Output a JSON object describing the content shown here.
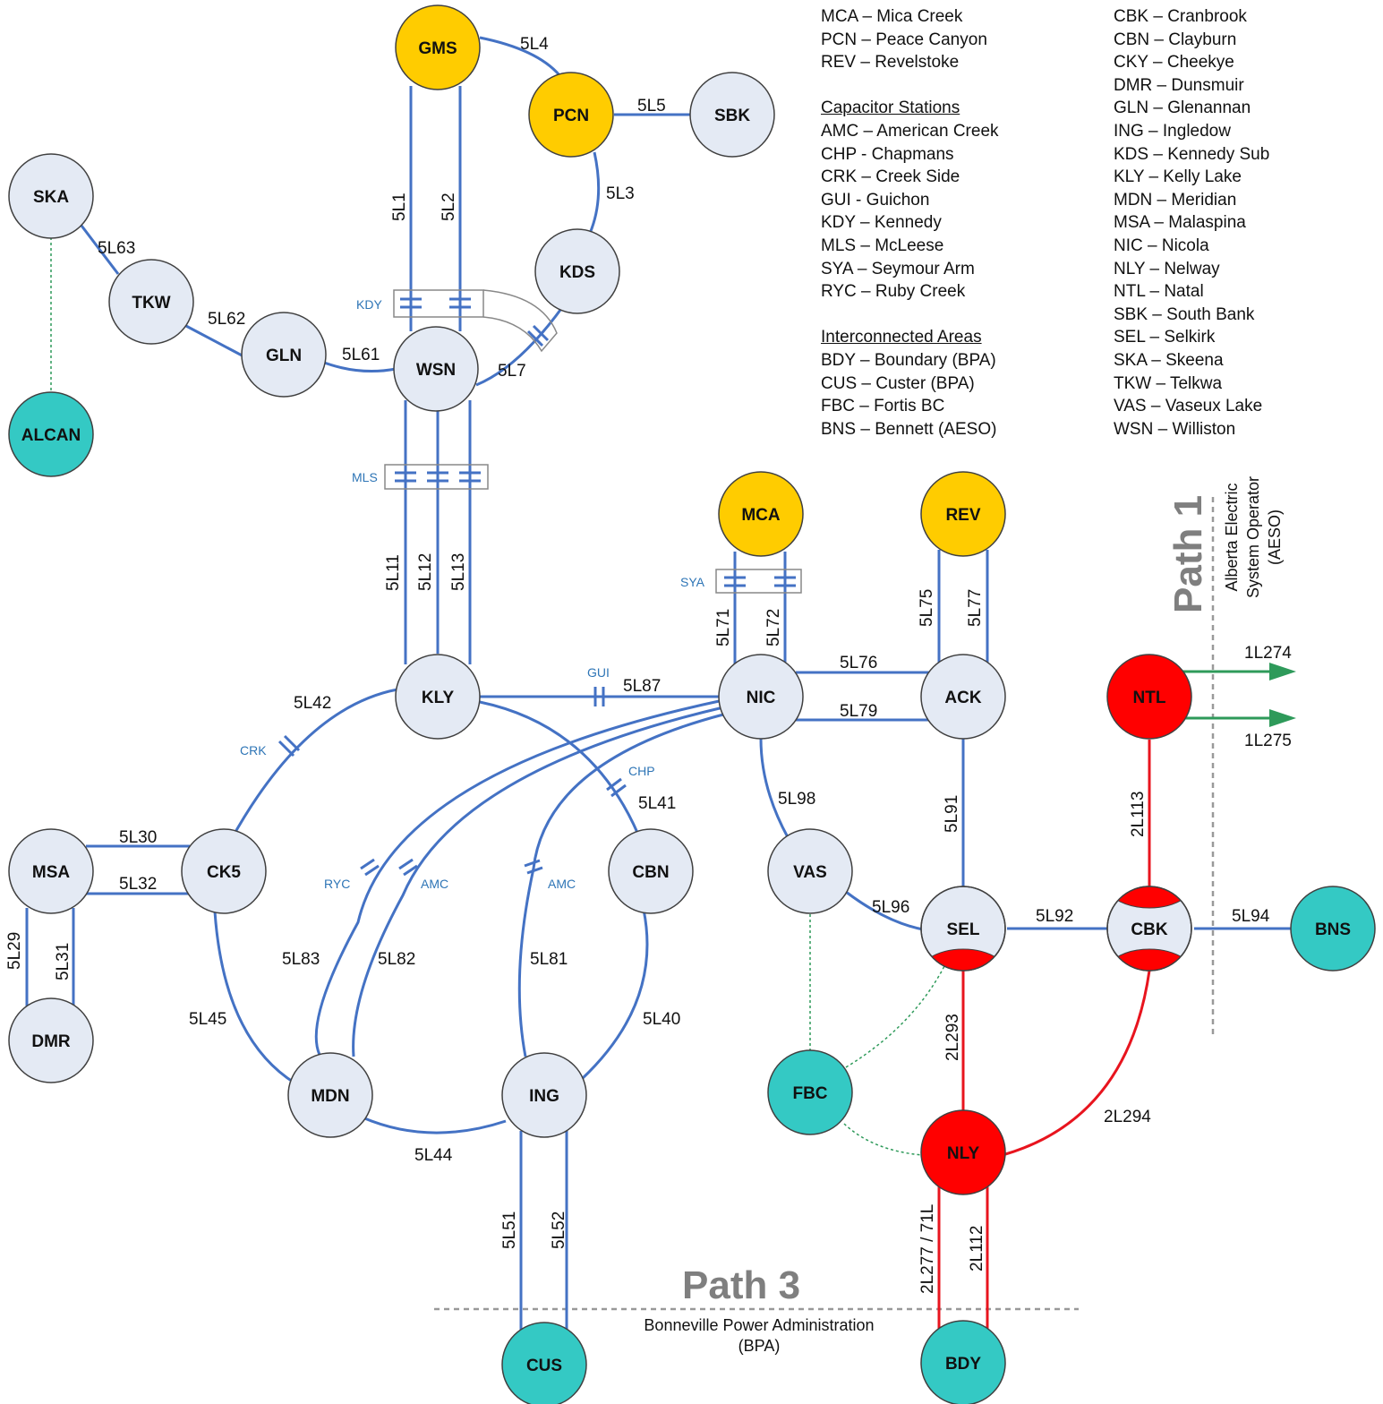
{
  "colors": {
    "line_500kv": "#4472c4",
    "line_230kv": "#e8141e",
    "tie_dotted": "#2e9a5a",
    "arrow": "#2e9a5a",
    "cap_label": "#2e75b6",
    "station_default": "#e4eaf4",
    "station_generator": "#ffcc00",
    "station_interconnect": "#34c9c4",
    "station_230kv": "#ff0000",
    "path_label": "#7f7f7f",
    "boundary": "#999999"
  },
  "stations": [
    {
      "id": "GMS",
      "kind": "generator"
    },
    {
      "id": "PCN",
      "kind": "generator"
    },
    {
      "id": "SBK",
      "kind": "default"
    },
    {
      "id": "KDS",
      "kind": "default"
    },
    {
      "id": "SKA",
      "kind": "default"
    },
    {
      "id": "TKW",
      "kind": "default"
    },
    {
      "id": "GLN",
      "kind": "default"
    },
    {
      "id": "WSN",
      "kind": "default"
    },
    {
      "id": "ALCAN",
      "kind": "interconnect"
    },
    {
      "id": "KLY",
      "kind": "default"
    },
    {
      "id": "MCA",
      "kind": "generator"
    },
    {
      "id": "REV",
      "kind": "generator"
    },
    {
      "id": "NIC",
      "kind": "default"
    },
    {
      "id": "ACK",
      "kind": "default"
    },
    {
      "id": "NTL",
      "kind": "230kv"
    },
    {
      "id": "MSA",
      "kind": "default"
    },
    {
      "id": "CK5",
      "kind": "default"
    },
    {
      "id": "CBN",
      "kind": "default"
    },
    {
      "id": "VAS",
      "kind": "default"
    },
    {
      "id": "SEL",
      "kind": "mixed"
    },
    {
      "id": "CBK",
      "kind": "mixed"
    },
    {
      "id": "BNS",
      "kind": "interconnect"
    },
    {
      "id": "DMR",
      "kind": "default"
    },
    {
      "id": "MDN",
      "kind": "default"
    },
    {
      "id": "ING",
      "kind": "default"
    },
    {
      "id": "FBC",
      "kind": "interconnect"
    },
    {
      "id": "NLY",
      "kind": "230kv"
    },
    {
      "id": "CUS",
      "kind": "interconnect"
    },
    {
      "id": "BDY",
      "kind": "interconnect"
    }
  ],
  "line_labels": {
    "l5L4": "5L4",
    "l5L5": "5L5",
    "l5L3": "5L3",
    "l5L1": "5L1",
    "l5L2": "5L2",
    "l5L63": "5L63",
    "l5L62": "5L62",
    "l5L61": "5L61",
    "l5L7": "5L7",
    "l5L11": "5L11",
    "l5L12": "5L12",
    "l5L13": "5L13",
    "l5L71": "5L71",
    "l5L72": "5L72",
    "l5L75": "5L75",
    "l5L77": "5L77",
    "l5L76": "5L76",
    "l5L79": "5L79",
    "l5L87": "5L87",
    "l5L42": "5L42",
    "l5L41": "5L41",
    "l5L98": "5L98",
    "l5L91": "5L91",
    "l5L30": "5L30",
    "l5L32": "5L32",
    "l5L29": "5L29",
    "l5L31": "5L31",
    "l5L45": "5L45",
    "l5L83": "5L83",
    "l5L82": "5L82",
    "l5L81": "5L81",
    "l5L40": "5L40",
    "l5L44": "5L44",
    "l5L96": "5L96",
    "l5L92": "5L92",
    "l5L94": "5L94",
    "l2L113": "2L113",
    "l2L293": "2L293",
    "l2L294": "2L294",
    "l5L51": "5L51",
    "l5L52": "5L52",
    "l2L277": "2L277 / 71L",
    "l2L112": "2L112",
    "l1L274": "1L274",
    "l1L275": "1L275"
  },
  "capacitor_labels": {
    "kdy": "KDY",
    "mls": "MLS",
    "sya": "SYA",
    "gui": "GUI",
    "crk": "CRK",
    "chp": "CHP",
    "ryc": "RYC",
    "amc1": "AMC",
    "amc2": "AMC"
  },
  "paths": {
    "path1": {
      "title": "Path 1",
      "subtitle_lines": [
        "Alberta Electric",
        "System Operator",
        "(AESO)"
      ]
    },
    "path3": {
      "title": "Path 3",
      "subtitle_lines": [
        "Bonneville Power Administration",
        "(BPA)"
      ]
    }
  },
  "legend": {
    "generating": [
      "MCA – Mica Creek",
      "PCN – Peace Canyon",
      "REV – Revelstoke"
    ],
    "capacitor_heading": "Capacitor Stations",
    "capacitor": [
      "AMC – American Creek",
      "CHP - Chapmans",
      "CRK – Creek Side",
      "GUI - Guichon",
      "KDY – Kennedy",
      "MLS – McLeese",
      "SYA – Seymour Arm",
      "RYC – Ruby Creek"
    ],
    "interconnected_heading": "Interconnected Areas",
    "interconnected": [
      "BDY – Boundary (BPA)",
      "CUS – Custer (BPA)",
      "FBC – Fortis BC",
      "BNS – Bennett (AESO)"
    ],
    "substations": [
      "CBK – Cranbrook",
      "CBN – Clayburn",
      "CKY – Cheekye",
      "DMR – Dunsmuir",
      "GLN – Glenannan",
      "ING – Ingledow",
      "KDS – Kennedy Sub",
      "KLY – Kelly Lake",
      "MDN – Meridian",
      "MSA – Malaspina",
      "NIC – Nicola",
      "NLY – Nelway",
      "NTL – Natal",
      "SBK – South Bank",
      "SEL – Selkirk",
      "SKA – Skeena",
      "TKW – Telkwa",
      "VAS – Vaseux Lake",
      "WSN – Williston"
    ]
  }
}
